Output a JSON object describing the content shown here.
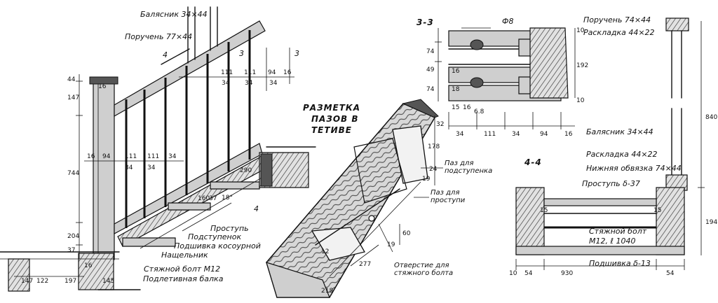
{
  "left_view": {
    "labels": {
      "baluster": "Балясник 34×44",
      "handrail": "Поручень 77×44",
      "tread": "Проступь",
      "riser": "Подступенок",
      "soffit": "Подшивка косоурной",
      "nosing": "Нащельник",
      "tie_bolt": "Стяжной болт М12",
      "landing_beam": "Подлетивная балка"
    },
    "section_marks": [
      "3",
      "3",
      "4",
      "4"
    ],
    "dims_top_row_a": [
      "111",
      "111",
      "94",
      "16"
    ],
    "dims_top_row_b": [
      "34",
      "34",
      "34"
    ],
    "dims_mid_row": [
      "16",
      "94",
      "111",
      "111",
      "34"
    ],
    "dims_mid_row_b": [
      "34",
      "34"
    ],
    "dims_post": [
      "16",
      "44",
      "147",
      "744",
      "204",
      "37"
    ],
    "dims_bottom": [
      "147",
      "122",
      "197",
      "145",
      "16"
    ],
    "dims_stair": [
      "290",
      "160",
      "37",
      "18°"
    ]
  },
  "middle_view": {
    "title_line1": "РАЗМЕТКА",
    "title_line2": "ПАЗОВ В",
    "title_line3": "ТЕТИВЕ",
    "labels": {
      "riser_groove": "Паз для подступенка",
      "tread_groove": "Паз для проступи",
      "bolt_hole": "Отверстие для стяжного болта"
    },
    "dims": [
      "32",
      "178",
      "218",
      "19",
      "60",
      "24",
      "19",
      "277",
      "12"
    ]
  },
  "section_33": {
    "title": "3-3",
    "labels": {
      "pin": "Ф8",
      "handrail": "Поручень 74×44",
      "layout": "Раскладка 44×22"
    },
    "dims_left": [
      "74",
      "49",
      "74"
    ],
    "dims_small": [
      "16",
      "18",
      "15",
      "16"
    ],
    "dims_right": [
      "10",
      "192",
      "10"
    ],
    "dims_bottom": [
      "34",
      "111",
      "34",
      "94",
      "16"
    ],
    "dim_extra": "6.8"
  },
  "section_44": {
    "title": "4-4",
    "labels": {
      "baluster": "Балясник 34×44",
      "layout": "Раскладка 44×22",
      "lower_trim": "Нижняя обвязка 74×44",
      "tread": "Проступь δ-37",
      "tie_bolt_line1": "Стяжной болт",
      "tie_bolt_line2": "М12, ℓ 1040",
      "soffit": "Подшивка δ-13"
    },
    "dims_right": [
      "840",
      "194"
    ],
    "dims_inner": [
      "15",
      "15"
    ],
    "dims_bottom": [
      "10",
      "54",
      "930",
      "54"
    ]
  }
}
